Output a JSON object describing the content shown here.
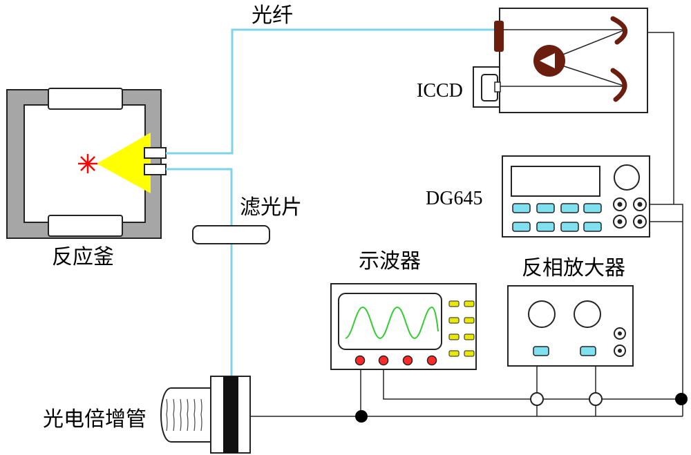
{
  "labels": {
    "fiber": "光纤",
    "reactor": "反应釜",
    "filter": "滤光片",
    "pmt": "光电倍增管",
    "oscilloscope": "示波器",
    "inverting_amplifier": "反相放大器",
    "iccd": "ICCD",
    "dg645": "DG645"
  },
  "colors": {
    "fiber": "#7fd3e8",
    "light_cone": "#ffff00",
    "spark": "#ff0000",
    "reactor_wall": "#a6a6a6",
    "mirror": "#6b1e0e",
    "button": "#7fe0f0",
    "scope_button": "#e8e800",
    "scope_knob": "#ff2a2a",
    "waveform": "#33cc33"
  },
  "icons": {
    "spark": "asterisk-spark",
    "junction_filled": "filled-circle",
    "junction_open": "open-circle"
  }
}
